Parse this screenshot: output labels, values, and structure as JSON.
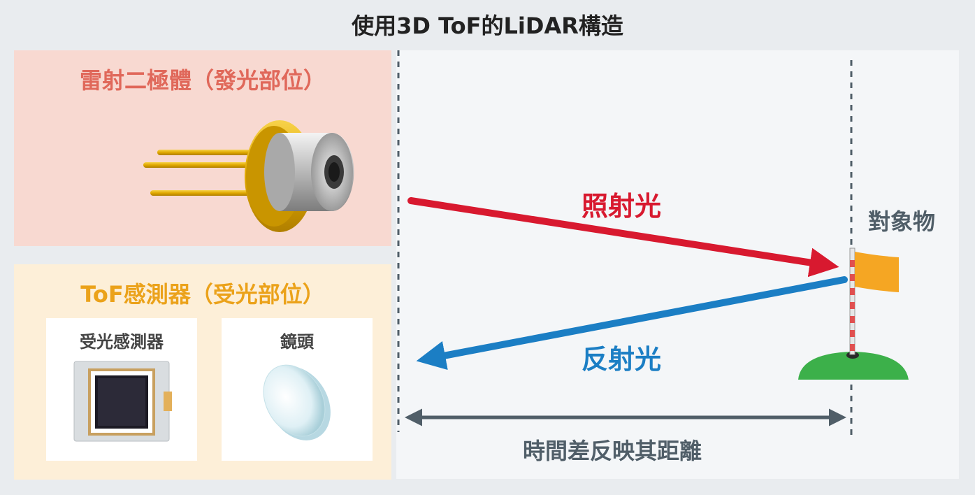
{
  "title": "使用3D ToF的LiDAR構造",
  "laser": {
    "heading": "雷射二極體（發光部位）"
  },
  "tof": {
    "heading": "ToF感測器（受光部位）",
    "cards": [
      {
        "label": "受光感測器"
      },
      {
        "label": "鏡頭"
      }
    ]
  },
  "diagram": {
    "irradiated_label": "照射光",
    "reflected_label": "反射光",
    "object_label": "對象物",
    "distance_label": "時間差反映其距離"
  },
  "colors": {
    "irradiated": "#d8192f",
    "reflected": "#1b7ec4",
    "laser_heading": "#e0685a",
    "tof_heading": "#eba21a",
    "flag": "#f5a623",
    "ground": "#3cb04a"
  }
}
